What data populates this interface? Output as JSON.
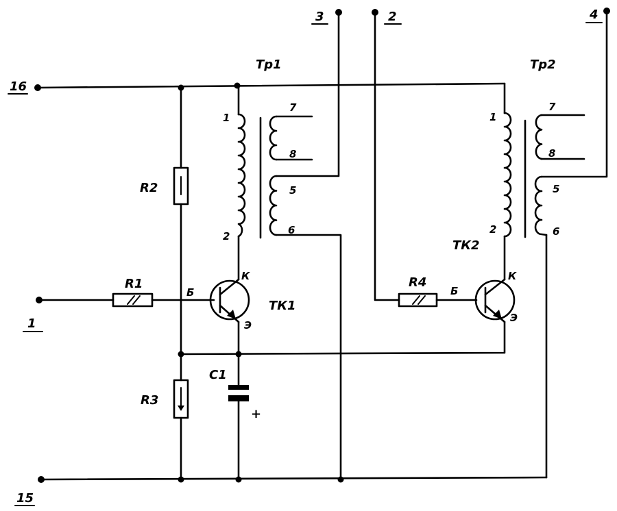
{
  "terminals": {
    "t16": "16",
    "t15": "15",
    "t1": "1",
    "t2": "2",
    "t3": "3",
    "t4": "4"
  },
  "transformers": {
    "tr1": {
      "label": "Тр1",
      "primary_pins": [
        "1",
        "2"
      ],
      "secondary_a_pins": [
        "7",
        "8"
      ],
      "secondary_b_pins": [
        "5",
        "6"
      ]
    },
    "tr2": {
      "label": "Тр2",
      "primary_pins": [
        "1",
        "2"
      ],
      "secondary_a_pins": [
        "7",
        "8"
      ],
      "secondary_b_pins": [
        "5",
        "6"
      ]
    }
  },
  "transistors": {
    "tk1": {
      "label": "ТК1",
      "base": "Б",
      "collector": "К",
      "emitter": "Э"
    },
    "tk2": {
      "label": "ТК2",
      "base": "Б",
      "collector": "К",
      "emitter": "Э"
    }
  },
  "resistors": {
    "r1": "R1",
    "r2": "R2",
    "r3": "R3",
    "r4": "R4"
  },
  "capacitor": {
    "label": "C1",
    "polarity": "+"
  }
}
